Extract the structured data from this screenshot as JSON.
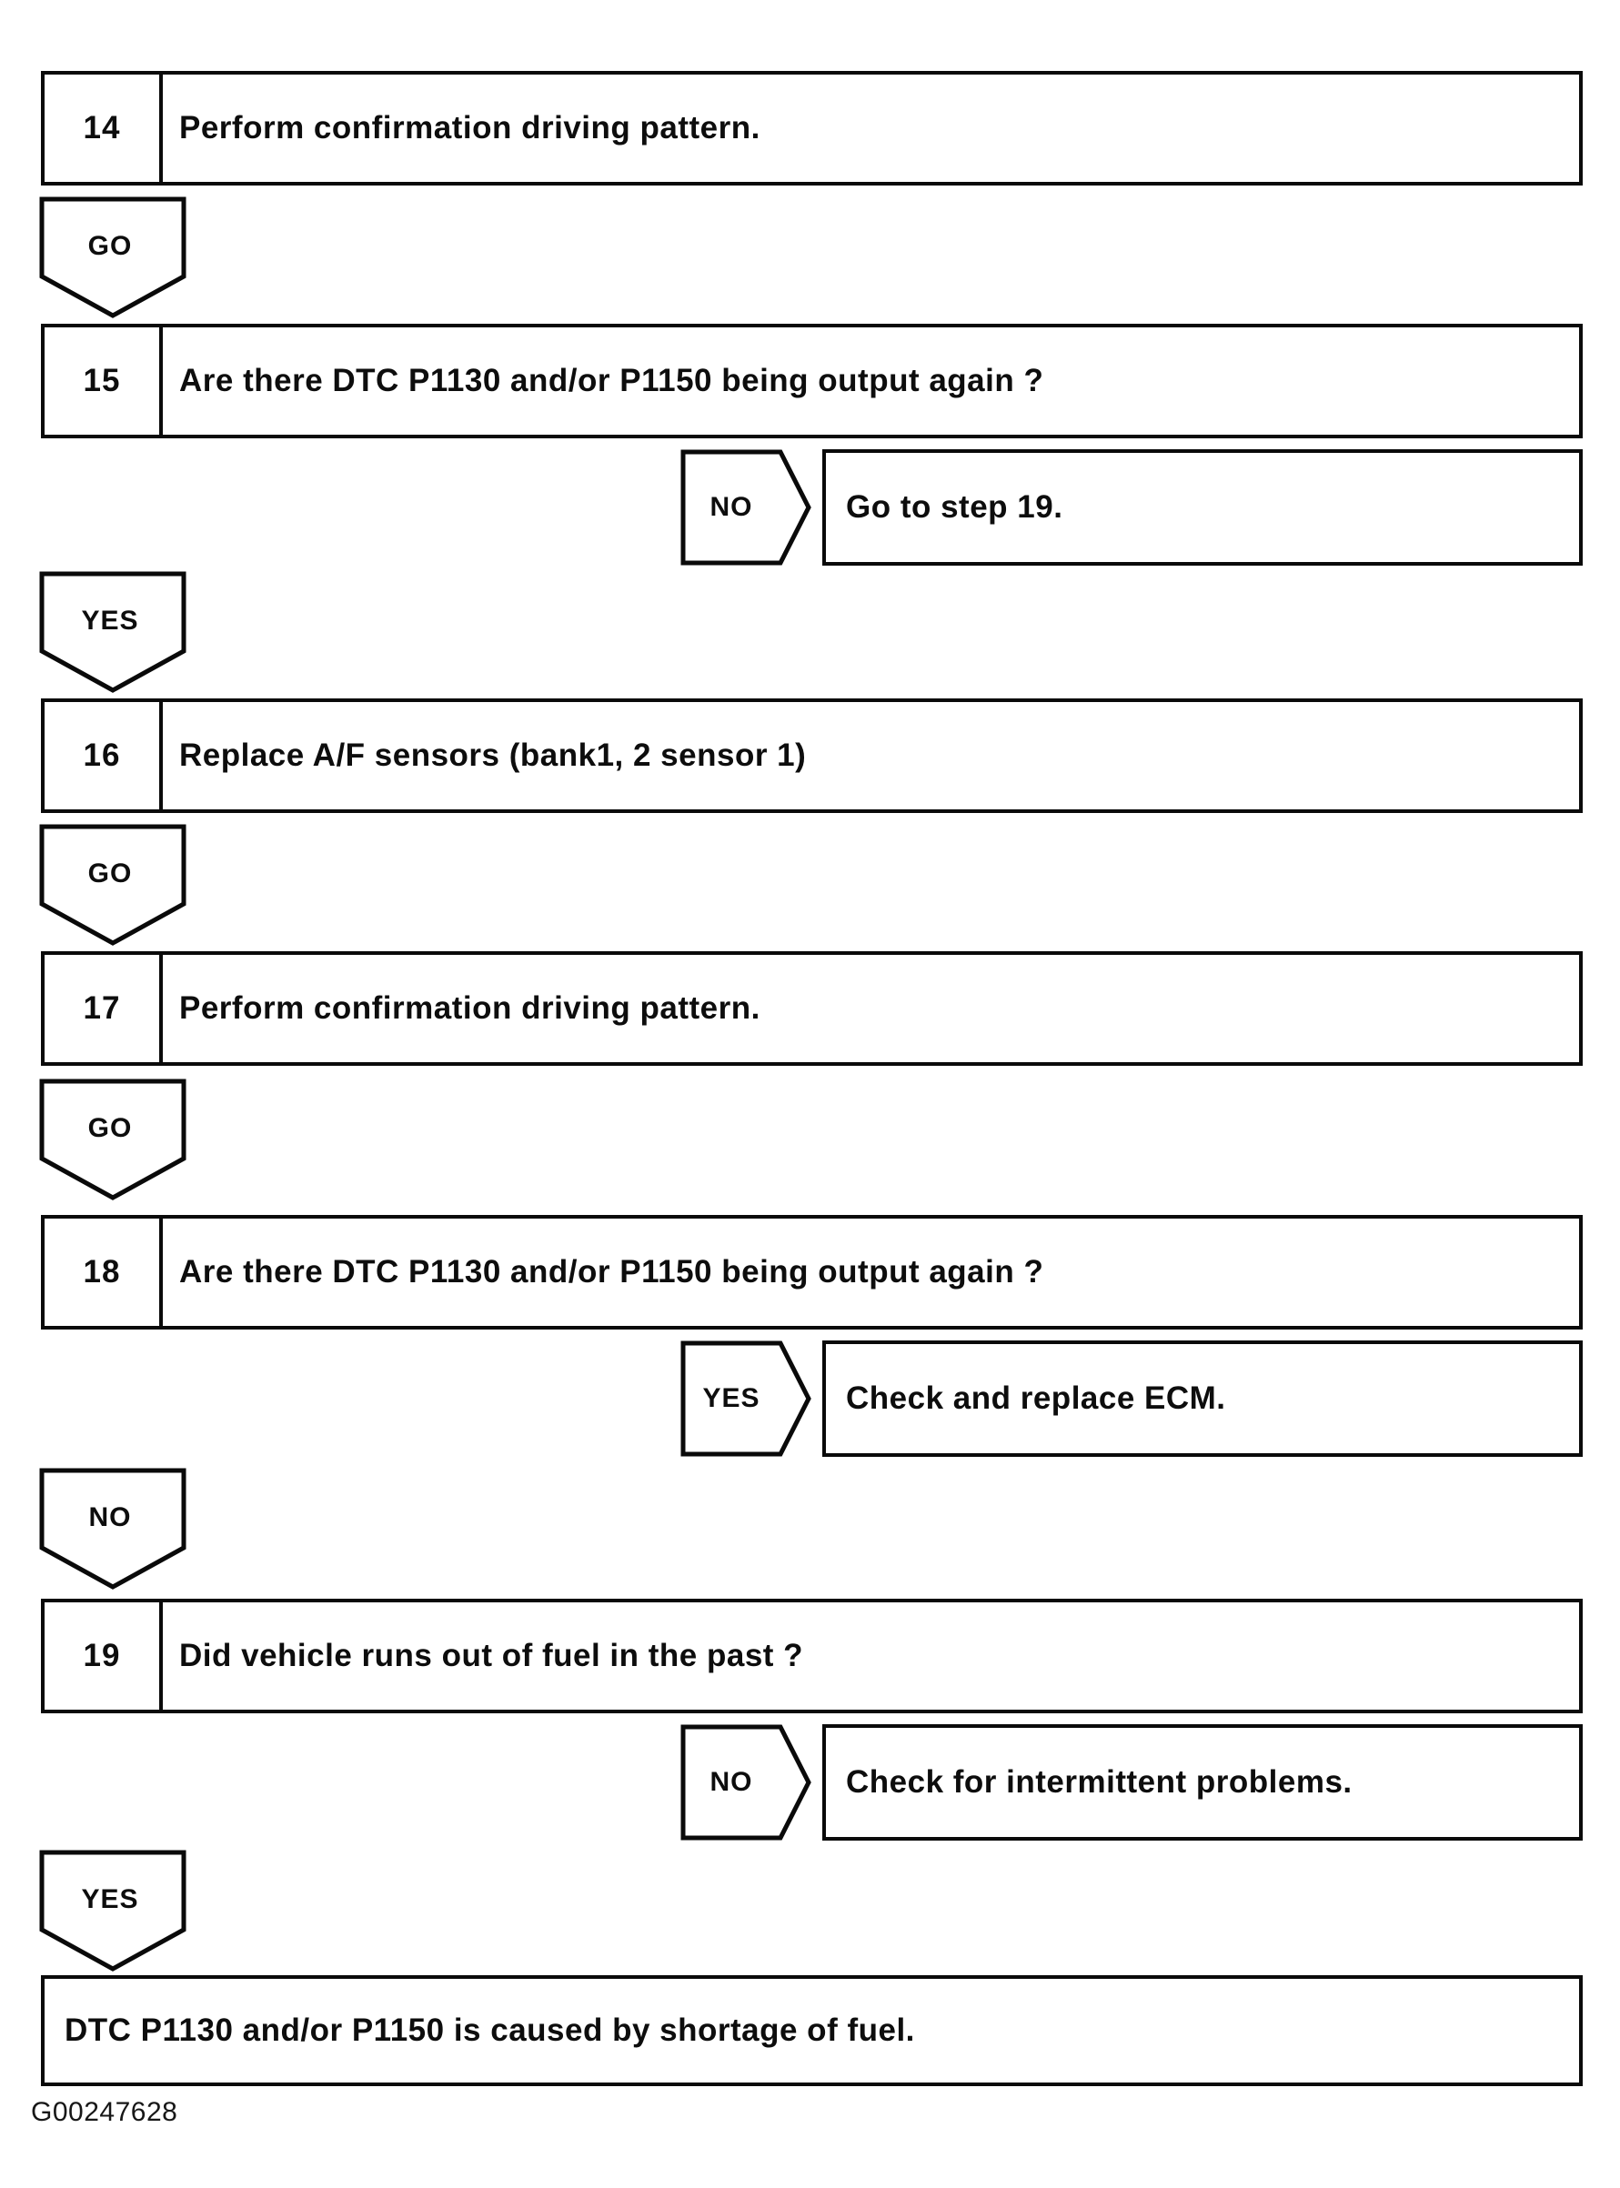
{
  "page": {
    "background": "#ffffff",
    "line_color": "#0a0a0a",
    "text_color": "#0d0d0d",
    "caption": "G00247628"
  },
  "steps": [
    {
      "number": "14",
      "text": "Perform confirmation driving pattern."
    },
    {
      "number": "15",
      "text": "Are there DTC P1130 and/or P1150 being output again ?"
    },
    {
      "number": "16",
      "text": "Replace A/F sensors (bank1, 2 sensor 1)"
    },
    {
      "number": "17",
      "text": "Perform confirmation driving pattern."
    },
    {
      "number": "18",
      "text": "Are there DTC P1130 and/or P1150 being output again ?"
    },
    {
      "number": "19",
      "text": "Did vehicle runs out of fuel in the past ?"
    }
  ],
  "connectors": [
    {
      "label": "GO"
    },
    {
      "label": "YES"
    },
    {
      "label": "GO"
    },
    {
      "label": "GO"
    },
    {
      "label": "NO"
    },
    {
      "label": "YES"
    }
  ],
  "branches": [
    {
      "label": "NO",
      "text": "Go to step 19."
    },
    {
      "label": "YES",
      "text": "Check and replace ECM."
    },
    {
      "label": "NO",
      "text": "Check for intermittent problems."
    }
  ],
  "result": {
    "text": "DTC P1130 and/or P1150 is caused by shortage of fuel."
  }
}
